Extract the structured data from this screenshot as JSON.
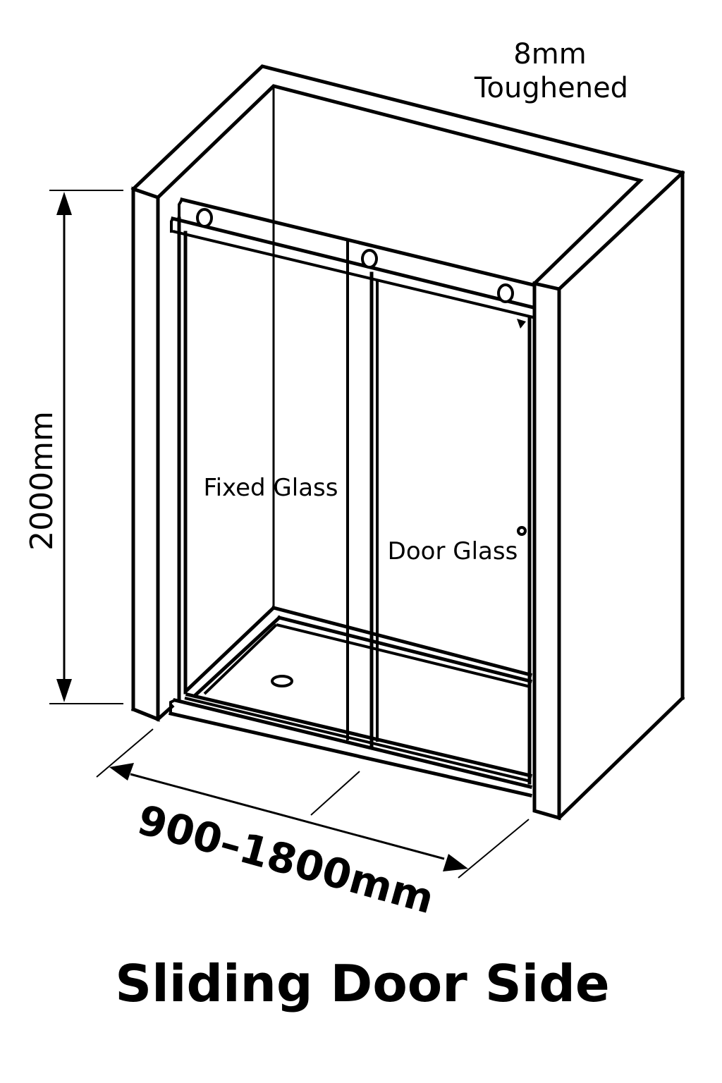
{
  "diagram": {
    "title": "Sliding Door Side",
    "glass_spec": {
      "line1": "8mm",
      "line2": "Toughened"
    },
    "labels": {
      "fixed_glass": "Fixed Glass",
      "door_glass": "Door Glass"
    },
    "dimensions": {
      "height": "2000mm",
      "width": "900–1800mm"
    },
    "colors": {
      "line": "#000000",
      "background": "#ffffff"
    },
    "components": [
      "wall-enclosure",
      "top-rail",
      "roller-wheels",
      "fixed-glass-panel",
      "sliding-door-panel",
      "door-handle",
      "shower-tray",
      "drain"
    ]
  }
}
